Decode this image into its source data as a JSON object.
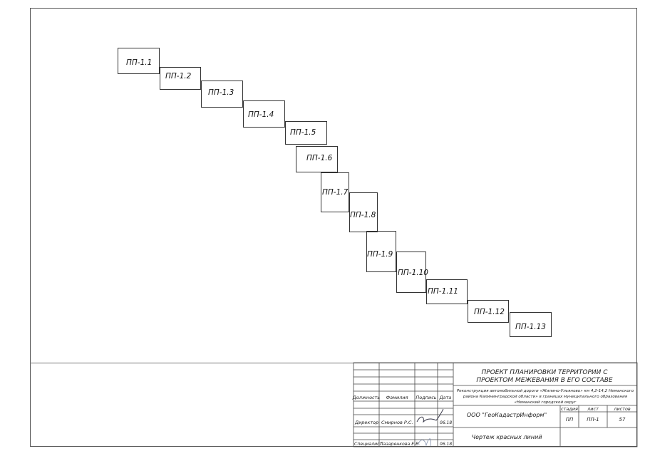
{
  "sheets": [
    "ПП-1.1",
    "ПП-1.2",
    "ПП-1.3",
    "ПП-1.4",
    "ПП-1.5",
    "ПП-1.6",
    "ПП-1.7",
    "ПП-1.8",
    "ПП-1.9",
    "ПП-1.10",
    "ПП-1.11",
    "ПП-1.12",
    "ПП-1.13"
  ],
  "title_block": {
    "project_title_line1": "ПРОЕКТ ПЛАНИРОВКИ ТЕРРИТОРИИ С",
    "project_title_line2": "ПРОЕКТОМ МЕЖЕВАНИЯ В ЕГО СОСТАВЕ",
    "description_line1": "Реконструкция автомобильной дороги «Жилино-Ульяново» км 4,2-14,2 Неманского",
    "description_line2": "района Калининградской области» в границах муниципального образования",
    "description_line3": "«Неманский городской округ",
    "col_position": "Должность",
    "col_surname": "Фамилия",
    "col_signature": "Подпись",
    "col_date": "Дата",
    "stage_header": "стадия",
    "sheet_header": "лист",
    "sheets_header": "листов",
    "stage_value": "ПП",
    "sheet_value": "ПП-1",
    "sheets_value": "57",
    "company": "ООО \"ГеоКадастрИнформ\"",
    "drawing_name": "Чертеж красных линий",
    "row1_position": "Директор",
    "row1_surname": "Смирнов Р.С.",
    "row1_date": "06.18",
    "row2_position": "Специалист",
    "row2_surname": "Лазаренкова Е.В.",
    "row2_date": "06.18"
  }
}
